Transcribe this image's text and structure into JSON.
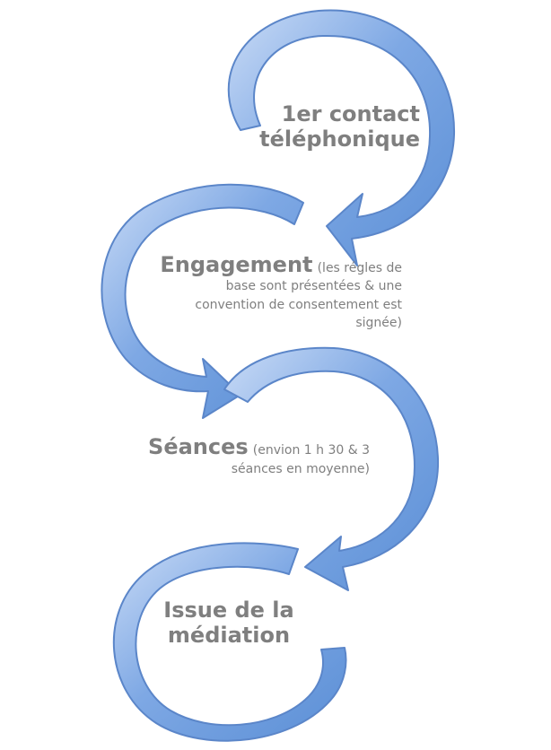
{
  "steps": [
    {
      "title": "1er contact téléphonique",
      "title_lines": [
        "1er contact",
        "téléphonique"
      ],
      "detail_lines": []
    },
    {
      "title": "Engagement",
      "title_lines": [
        "Engagement"
      ],
      "detail_lines": [
        "(les régles de",
        "base sont présentées & une",
        "convention de consentement est",
        "signée)"
      ]
    },
    {
      "title": "Séances",
      "title_lines": [
        "Séances"
      ],
      "detail_lines": [
        "(envion 1 h 30 & 3",
        "séances en moyenne)"
      ]
    },
    {
      "title": "Issue de la médiation",
      "title_lines": [
        "Issue de la",
        "médiation"
      ],
      "detail_lines": []
    }
  ],
  "colors": {
    "arrow_fill": "#6f9ee0",
    "arrow_fill_light": "#b9d1f3",
    "arrow_stroke": "#4f7fc4",
    "text": "#7f7f7f"
  }
}
